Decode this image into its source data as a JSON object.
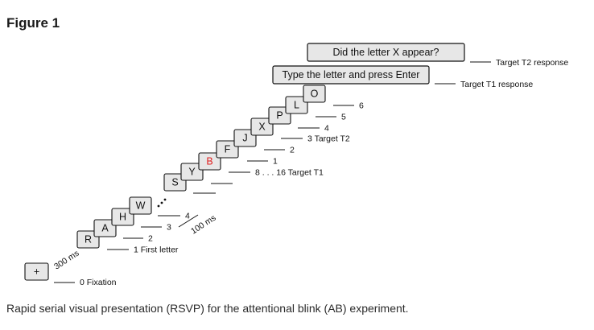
{
  "figure": {
    "heading": "Figure 1",
    "caption": "Rapid serial visual presentation (RSVP) for the attentional blink (AB) experiment."
  },
  "diagram": {
    "fixation_symbol": "+",
    "timing_stimulus": "300 ms",
    "timing_gap": "100 ms",
    "ellipsis": "...",
    "stimuli": [
      {
        "letter": "R",
        "label": "1 First letter",
        "highlight": false
      },
      {
        "letter": "A",
        "label": "2",
        "highlight": false
      },
      {
        "letter": "H",
        "label": "3",
        "highlight": false
      },
      {
        "letter": "W",
        "label": "4",
        "highlight": false
      },
      {
        "letter": "S",
        "label": "",
        "highlight": false
      },
      {
        "letter": "Y",
        "label": "",
        "highlight": false
      },
      {
        "letter": "B",
        "label": "8 . . . 16 Target T1",
        "highlight": true
      },
      {
        "letter": "F",
        "label": "1",
        "highlight": false
      },
      {
        "letter": "J",
        "label": "2",
        "highlight": false
      },
      {
        "letter": "X",
        "label": "3 Target T2",
        "highlight": false
      },
      {
        "letter": "P",
        "label": "4",
        "highlight": false
      },
      {
        "letter": "L",
        "label": "5",
        "highlight": false
      },
      {
        "letter": "O",
        "label": "6",
        "highlight": false
      }
    ],
    "fixation_label": "0 Fixation",
    "responses": [
      {
        "prompt": "Type the letter and press Enter",
        "label": "Target T1 response"
      },
      {
        "prompt": "Did the letter X appear?",
        "label": "Target T2 response"
      }
    ],
    "colors": {
      "card_fill": "#e7e7e7",
      "target_letter": "#e02020"
    }
  }
}
